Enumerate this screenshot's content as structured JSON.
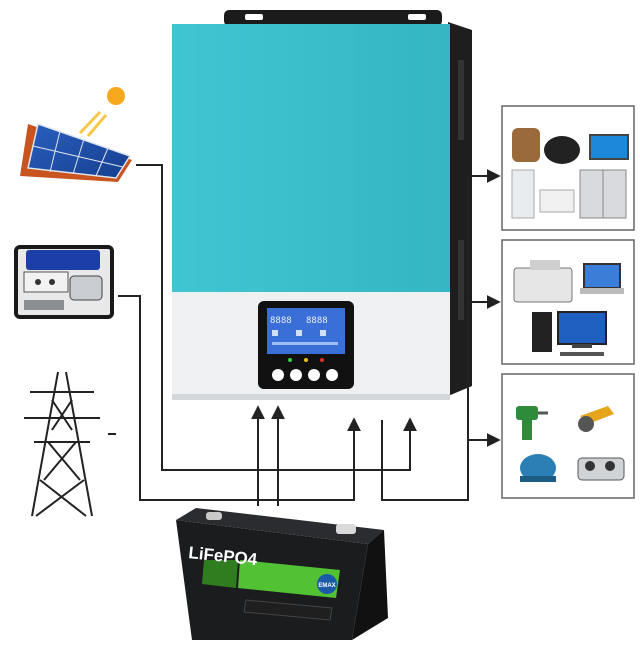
{
  "battery": {
    "label": "LiFePO4",
    "brand": "EMAX"
  },
  "inverter": {
    "display_segments": "8888"
  },
  "sources": {
    "items": [
      {
        "icon": "solar-panel-icon"
      },
      {
        "icon": "generator-icon"
      },
      {
        "icon": "power-tower-icon"
      }
    ]
  },
  "loads": {
    "items": [
      {
        "icon": "home-appliances-icon"
      },
      {
        "icon": "office-equipment-icon"
      },
      {
        "icon": "power-tools-icon"
      }
    ]
  },
  "colors": {
    "inverter_front": "#3ec3cf",
    "inverter_bottom": "#eef0f2",
    "battery_case": "#1a1c1e",
    "battery_label": "#52c234",
    "wire": "#222222",
    "lcd": "#3b6fd8"
  }
}
